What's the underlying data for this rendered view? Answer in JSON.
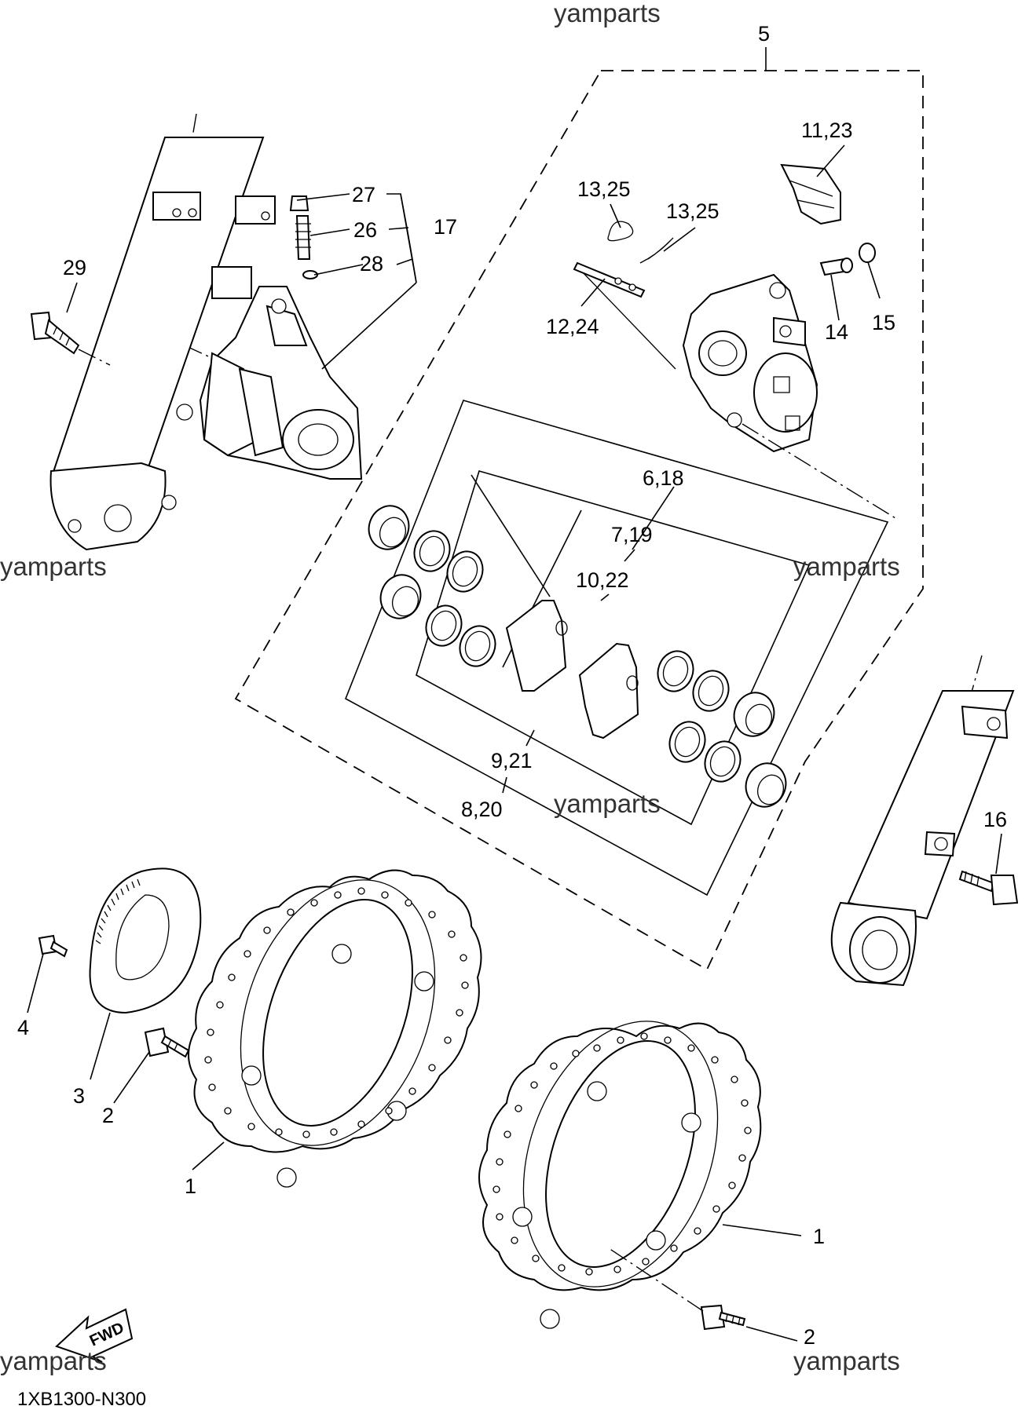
{
  "diagram_code": "1XB1300-N300",
  "watermark": "yamparts",
  "fwd_label": "FWD",
  "labels": {
    "l1": "1",
    "l2": "2",
    "l3": "3",
    "l4": "4",
    "l5": "5",
    "l6_18": "6,18",
    "l7_19": "7,19",
    "l8_20": "8,20",
    "l9_21": "9,21",
    "l10_22": "10,22",
    "l11_23": "11,23",
    "l12_24": "12,24",
    "l13_25": "13,25",
    "l14": "14",
    "l15": "15",
    "l16": "16",
    "l17": "17",
    "l26": "26",
    "l27": "27",
    "l28": "28",
    "l29": "29"
  }
}
